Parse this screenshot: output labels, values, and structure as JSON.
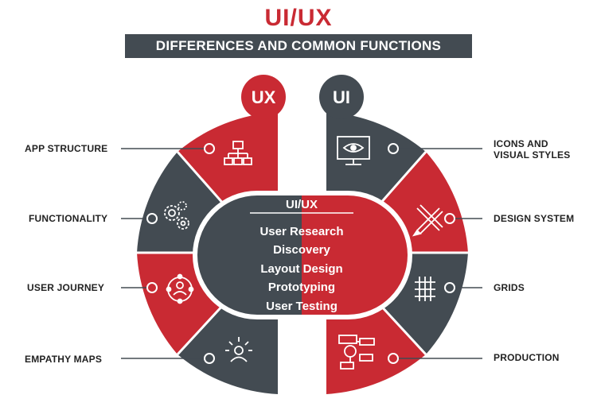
{
  "title": "UI/UX",
  "subtitle": "DIFFERENCES AND COMMON FUNCTIONS",
  "colors": {
    "red": "#c92a33",
    "dark": "#434b52"
  },
  "ux_badge": "UX",
  "ui_badge": "UI",
  "center": {
    "heading": "UI/UX",
    "items": [
      "User Research",
      "Discovery",
      "Layout Design",
      "Prototyping",
      "User Testing"
    ]
  },
  "left_labels": [
    "APP STRUCTURE",
    "FUNCTIONALITY",
    "USER JOURNEY",
    "EMPATHY MAPS"
  ],
  "right_labels": [
    "ICONS AND",
    "VISUAL STYLES",
    "DESIGN SYSTEM",
    "GRIDS",
    "PRODUCTION"
  ],
  "icons": {
    "left": [
      "sitemap-icon",
      "gears-icon",
      "user-network-icon",
      "person-idea-icon"
    ],
    "right": [
      "monitor-eye-icon",
      "ruler-pencil-icon",
      "grid-icon",
      "flowchart-icon"
    ]
  }
}
